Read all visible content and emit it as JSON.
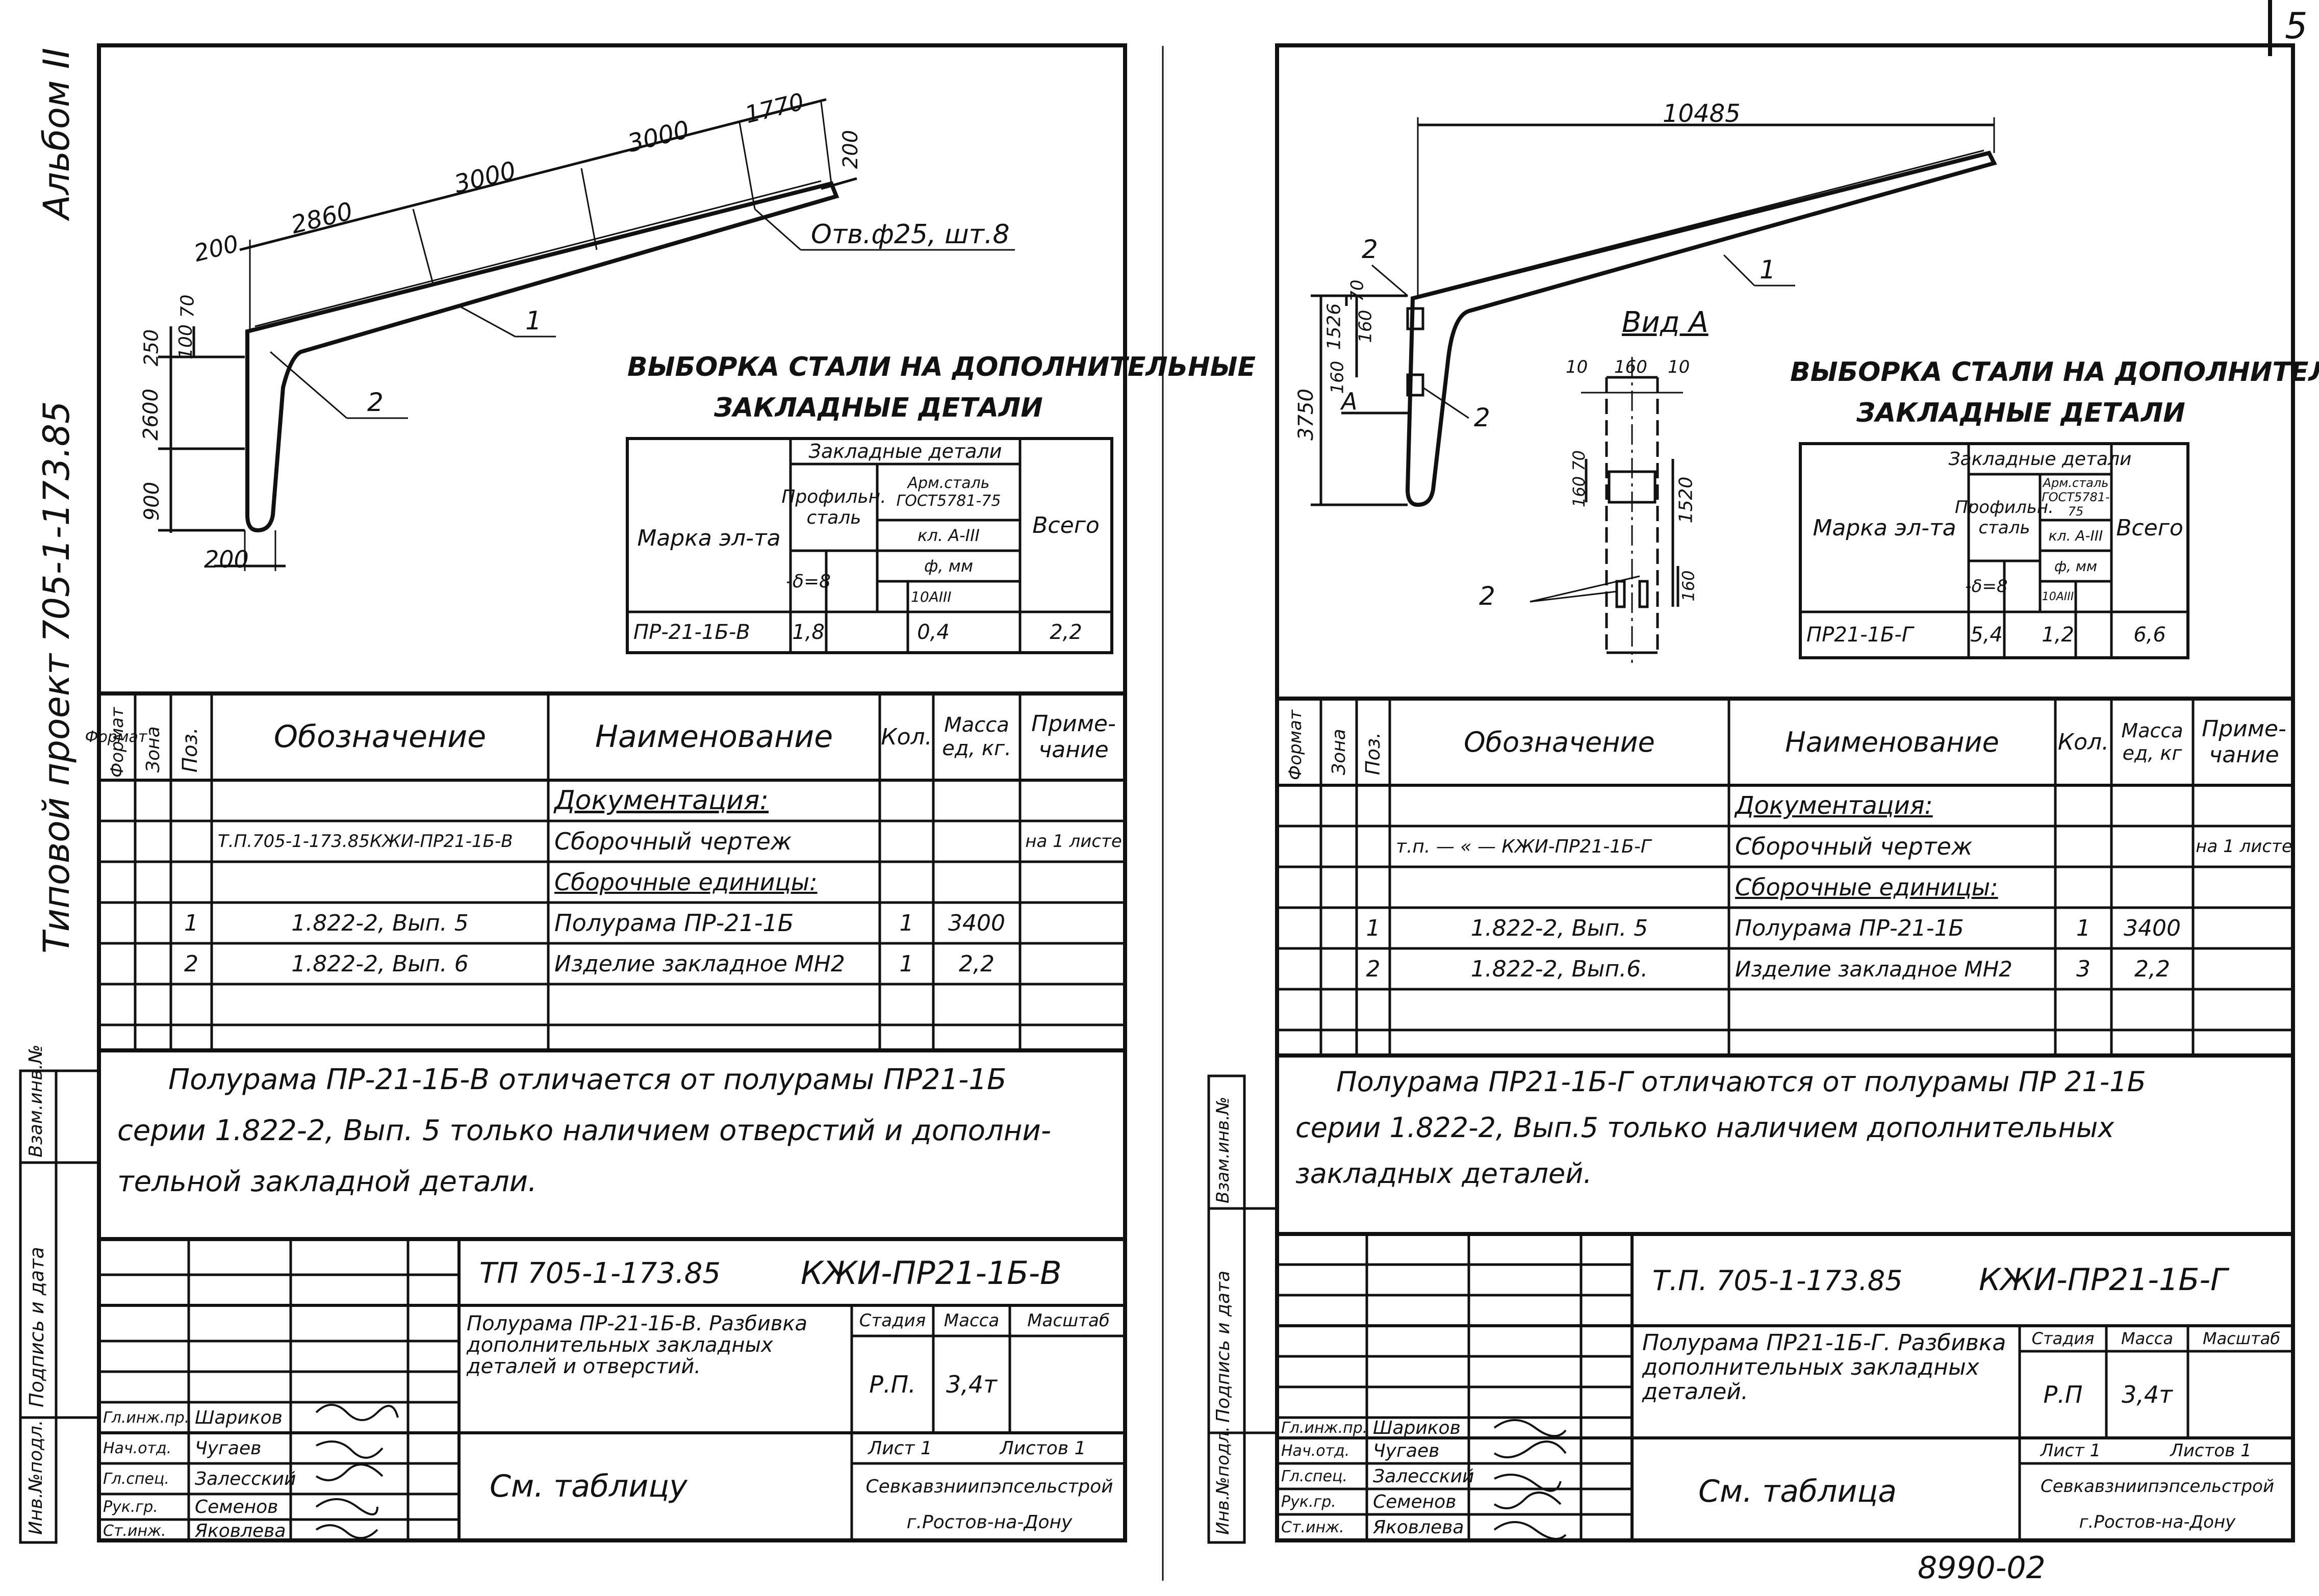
{
  "page_number": "5",
  "bottom_code": "8990-02",
  "side": {
    "album": "Альбом II",
    "project": "Типовой проект 705-1-173.85",
    "stamp_inv": "Инв.№подл.",
    "stamp_sign": "Подпись и дата",
    "stamp_vzam": "Взам.инв.№"
  },
  "sheet1": {
    "dims": {
      "d200a": "200",
      "d2860": "2860",
      "d3000a": "3000",
      "d3000b": "3000",
      "d1770": "1770",
      "d200b": "200",
      "d70": "70",
      "d250": "250",
      "d100": "100",
      "d2600": "2600",
      "d900": "900",
      "d200c": "200"
    },
    "callout_1": "1",
    "callout_2": "2",
    "hole_note": "Отв.ф25, шт.8",
    "steel_title_1": "ВЫБОРКА СТАЛИ НА ДОПОЛНИТЕЛЬНЫЕ",
    "steel_title_2": "ЗАКЛАДНЫЕ ДЕТАЛИ",
    "steel": {
      "col_mark": "Марка эл-та",
      "col_group": "Закладные детали",
      "col_profile": "Профильн. сталь",
      "col_arm": "Арм.сталь ГОСТ5781-75",
      "col_cls": "кл. А-III",
      "col_phi": "ф, мм",
      "col_10": "10АIII",
      "col_delta": "-δ=8",
      "col_total": "Всего",
      "row_mark": "ПР-21-1Б-В",
      "row_profile": "1,8",
      "row_arm": "0,4",
      "row_total": "2,2"
    },
    "spec": {
      "h_format": "Формат",
      "h_zone": "Зона",
      "h_pos": "Поз.",
      "h_desig": "Обозначение",
      "h_name": "Наименование",
      "h_qty": "Кол.",
      "h_mass": "Масса ед, кг.",
      "h_note": "Приме- чание",
      "sec_doc": "Документация:",
      "r1_desig": "Т.П.705-1-173.85КЖИ-ПР21-1Б-В",
      "r1_name": "Сборочный чертеж",
      "r1_note": "на 1 листе",
      "sec_units": "Сборочные единицы:",
      "r2_pos": "1",
      "r2_desig": "1.822-2, Вып. 5",
      "r2_name": "Полурама ПР-21-1Б",
      "r2_qty": "1",
      "r2_mass": "3400",
      "r3_pos": "2",
      "r3_desig": "1.822-2, Вып. 6",
      "r3_name": "Изделие закладное МН2",
      "r3_qty": "1",
      "r3_mass": "2,2"
    },
    "note_1": "Полурама ПР-21-1Б-В отличается от полурамы ПР21-1Б",
    "note_2": "серии 1.822-2, Вып. 5 только наличием отверстий и дополни-",
    "note_3": "тельной закладной детали.",
    "tb": {
      "code": "ТП 705-1-173.85",
      "mark": "КЖИ-ПР21-1Б-В",
      "title": "Полурама ПР-21-1Б-В. Разбивка дополнительных закладных деталей и отверстий.",
      "stage_h": "Стадия",
      "mass_h": "Масса",
      "scale_h": "Масштаб",
      "stage": "Р.П.",
      "mass": "3,4т",
      "sheet": "Лист 1",
      "sheets": "Листов 1",
      "see": "См. таблицу",
      "org1": "Севкавзниипэпсельстрой",
      "org2": "г.Ростов-на-Дону",
      "roles": [
        "Гл.инж.пр.",
        "Нач.отд.",
        "Гл.спец.",
        "Рук.гр.",
        "Ст.инж."
      ],
      "names": [
        "Шариков",
        "Чугаев",
        "Залесский",
        "Семенов",
        "Яковлева"
      ]
    }
  },
  "sheet2": {
    "dims": {
      "d10485": "10485",
      "d70": "70",
      "d1526": "1526",
      "d160a": "160",
      "d160b": "160",
      "d3750": "3750",
      "v10a": "10",
      "v160": "160",
      "v10b": "10",
      "v160_70": "160 70",
      "v1520": "1520",
      "v160c": "160"
    },
    "callout_1": "1",
    "callout_2a": "2",
    "callout_2b": "2",
    "callout_2c": "2",
    "view_label": "Вид А",
    "arrow_a": "А",
    "steel_title_1": "ВЫБОРКА СТАЛИ НА ДОПОЛНИТЕЛЬНЫЕ",
    "steel_title_2": "ЗАКЛАДНЫЕ ДЕТАЛИ",
    "steel": {
      "col_mark": "Марка эл-та",
      "col_group": "Закладные детали",
      "col_profile": "Профильн. сталь",
      "col_arm": "Арм.сталь ГОСТ5781-75",
      "col_cls": "кл. А-III",
      "col_phi": "ф, мм",
      "col_10": "10АIII",
      "col_delta": "-δ=8",
      "col_total": "Всего",
      "row_mark": "ПР21-1Б-Г",
      "row_profile": "5,4",
      "row_arm": "1,2",
      "row_total": "6,6"
    },
    "spec": {
      "h_format": "Формат",
      "h_zone": "Зона",
      "h_pos": "Поз.",
      "h_desig": "Обозначение",
      "h_name": "Наименование",
      "h_qty": "Кол.",
      "h_mass": "Масса ед, кг",
      "h_note": "Приме- чание",
      "sec_doc": "Документация:",
      "r1_desig": "т.п. — « — КЖИ-ПР21-1Б-Г",
      "r1_name": "Сборочный чертеж",
      "r1_note": "на 1 листе",
      "sec_units": "Сборочные единицы:",
      "r2_pos": "1",
      "r2_desig": "1.822-2, Вып. 5",
      "r2_name": "Полурама ПР-21-1Б",
      "r2_qty": "1",
      "r2_mass": "3400",
      "r3_pos": "2",
      "r3_desig": "1.822-2, Вып.6.",
      "r3_name": "Изделие закладное МН2",
      "r3_qty": "3",
      "r3_mass": "2,2"
    },
    "note_1": "Полурама ПР21-1Б-Г отличаются от полурамы ПР 21-1Б",
    "note_2": "серии 1.822-2, Вып.5 только наличием дополнительных",
    "note_3": "закладных деталей.",
    "tb": {
      "code": "Т.П. 705-1-173.85",
      "mark": "КЖИ-ПР21-1Б-Г",
      "title": "Полурама ПР21-1Б-Г. Разбивка дополнительных закладных деталей.",
      "stage_h": "Стадия",
      "mass_h": "Масса",
      "scale_h": "Масштаб",
      "stage": "Р.П",
      "mass": "3,4т",
      "sheet": "Лист 1",
      "sheets": "Листов 1",
      "see": "См. таблица",
      "org1": "Севкавзниипэпсельстрой",
      "org2": "г.Ростов-на-Дону",
      "roles": [
        "Гл.инж.пр.",
        "Нач.отд.",
        "Гл.спец.",
        "Рук.гр.",
        "Ст.инж."
      ],
      "names": [
        "Шариков",
        "Чугаев",
        "Залесский",
        "Семенов",
        "Яковлева"
      ]
    }
  }
}
